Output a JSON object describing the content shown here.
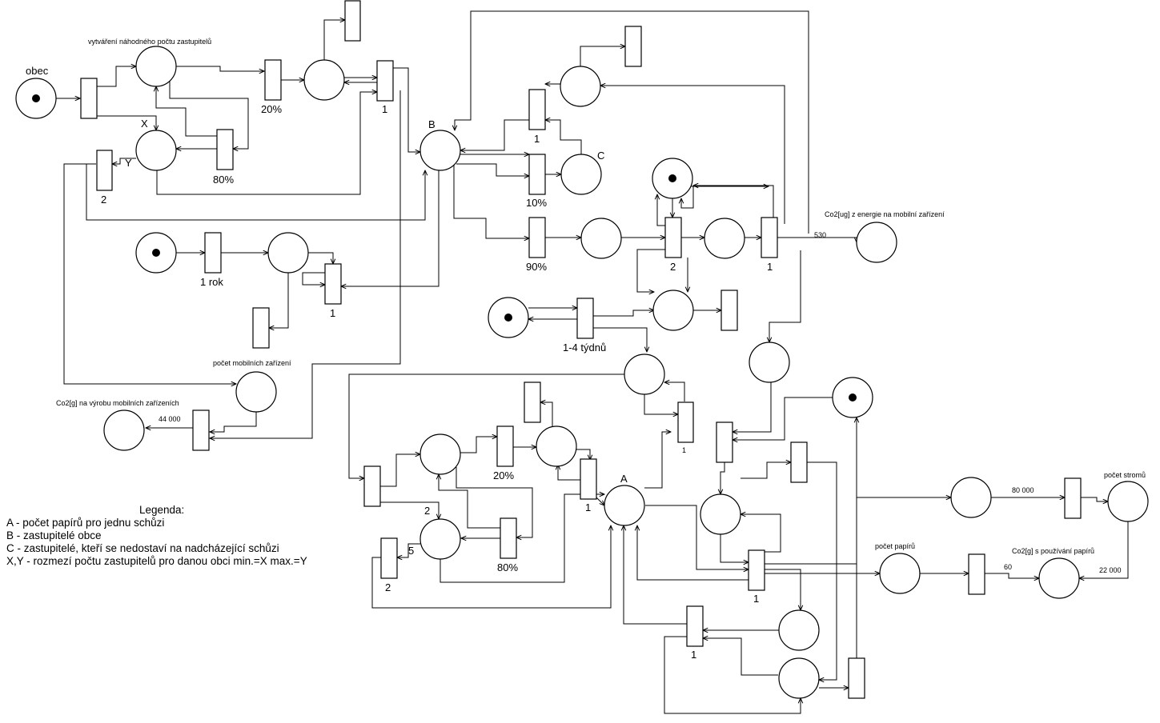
{
  "labels": {
    "obec": "obec",
    "random_reps": "vytváření náhodného počtu zastupitelů",
    "X": "X",
    "Y": "Y",
    "B": "B",
    "C": "C",
    "A": "A",
    "mobile_count": "počet mobilních zařízení",
    "co2_production": "Co2[g] na výrobu mobilních zařízeních",
    "co2_energy": "Co2[ug] z energie na mobilní zařízení",
    "paper_count": "počet papírů",
    "co2_paper": "Co2[g] s používání papírů",
    "tree_count": "počet stromů"
  },
  "transition_labels": {
    "t_20_top": "20%",
    "t_1_top": "1",
    "t_80_top": "80%",
    "t_2_left": "2",
    "t_1_rok": "1 rok",
    "t_1_mid": "1",
    "t_1_C": "1",
    "t_10": "10%",
    "t_90": "90%",
    "t_2_right": "2",
    "t_1_right": "1",
    "t_weeks": "1-4 týdnů",
    "t_1_A_upper": "1",
    "t_20_bottom": "20%",
    "t_1_bottom": "1",
    "t_2_bottom": "2",
    "t_80_bottom": "80%",
    "t_2_lowleft": "2",
    "t_1_lowmid": "1",
    "t_1_lowright": "1"
  },
  "arc_weights": {
    "w_44000": "44 000",
    "w_530": "530",
    "w_80000": "80 000",
    "w_60": "60",
    "w_22000": "22 000",
    "w_2": "2",
    "w_5": "5"
  },
  "legend": {
    "title": "Legenda:",
    "lines": [
      "A - počet papírů pro jednu schůzi",
      "B - zastupitelé obce",
      "C - zastupitelé, kteří se nedostaví na nadcházející schůzi",
      "X,Y - rozmezí počtu zastupitelů pro danou obci min.=X max.=Y"
    ]
  }
}
